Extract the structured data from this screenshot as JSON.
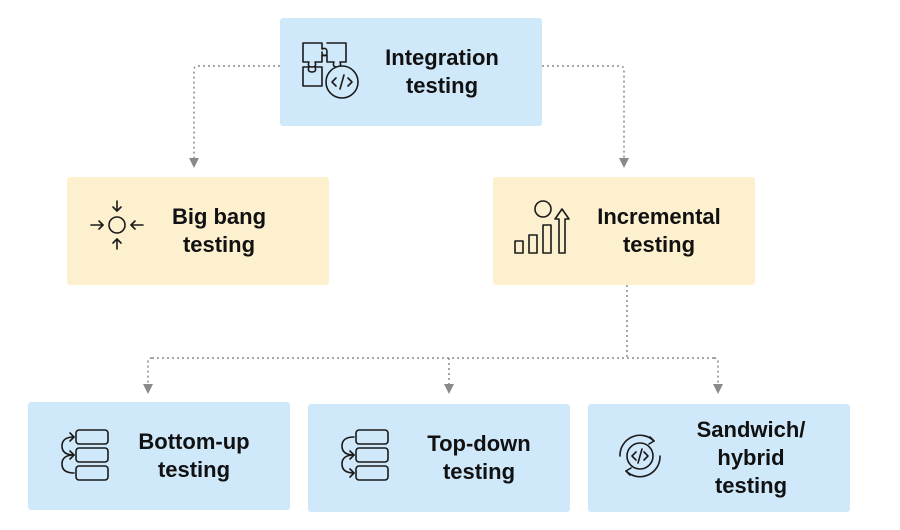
{
  "nodes": {
    "integration": {
      "label": "Integration\ntesting",
      "icon": "puzzle-code-icon",
      "color": "#cfe9fb"
    },
    "big_bang": {
      "label": "Big bang\ntesting",
      "icon": "converging-arrows-icon",
      "color": "#fcf0cf"
    },
    "incremental": {
      "label": "Incremental\ntesting",
      "icon": "growth-bars-icon",
      "color": "#fcf0cf"
    },
    "bottom_up": {
      "label": "Bottom-up\ntesting",
      "icon": "stacked-blocks-up-icon",
      "color": "#cfe9fb"
    },
    "top_down": {
      "label": "Top-down\ntesting",
      "icon": "stacked-blocks-down-icon",
      "color": "#cfe9fb"
    },
    "sandwich": {
      "label": "Sandwich/\nhybrid\ntesting",
      "icon": "cycle-code-icon",
      "color": "#cfe9fb"
    }
  },
  "colors": {
    "connector": "#8a8a8a",
    "icon_stroke": "#1a1a1a"
  }
}
